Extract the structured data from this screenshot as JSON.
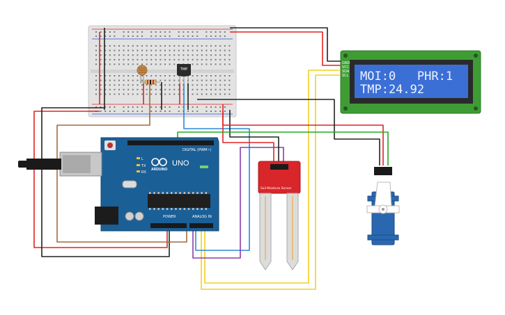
{
  "colors": {
    "board_blue": "#1b5f97",
    "lcd_pcb": "#3f9c35",
    "lcd_screen": "#3b6fd6",
    "breadboard": "#e3e3e3",
    "sensor_red": "#d8262b",
    "servo_blue": "#2a67b0",
    "wire_red": "#e32222",
    "wire_black": "#222222",
    "wire_green": "#26a826",
    "wire_blue": "#2a8ad8",
    "wire_purple": "#8a3bb0",
    "wire_yellow": "#f0d020",
    "wire_brown": "#a36a3a"
  },
  "lcd": {
    "line1": "MOI:0   PHR:1",
    "line2": "TMP:24.92",
    "pin_labels": [
      "GND",
      "VCC",
      "SDA",
      "SCL"
    ]
  },
  "arduino": {
    "brand": "ARDUINO",
    "model": "UNO",
    "digital_label": "DIGITAL (PWM~)",
    "analog_label": "ANALOG IN",
    "power_label": "POWER",
    "tx_label": "TX",
    "rx_label": "RX",
    "l_label": "L"
  },
  "temp_sensor": {
    "label": "TMP"
  },
  "soil_sensor": {
    "label": "Soil Moisture Sensor"
  }
}
